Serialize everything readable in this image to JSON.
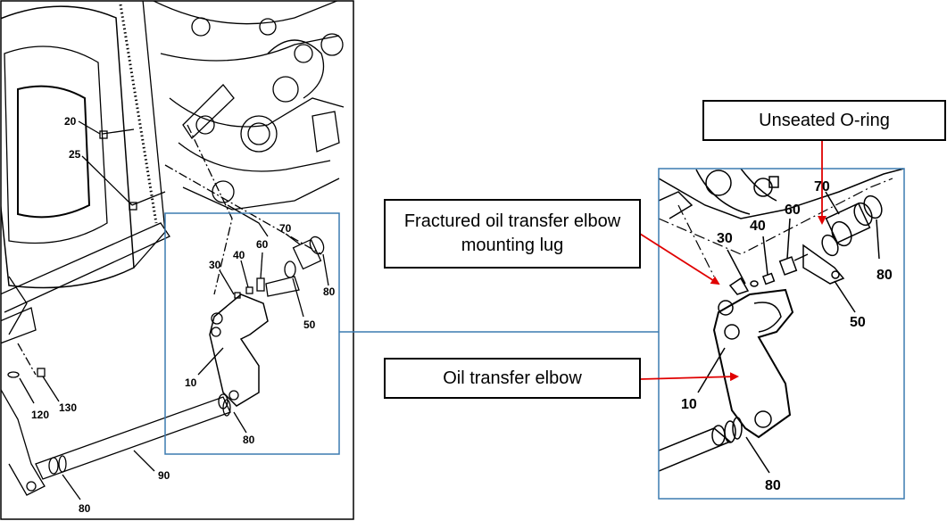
{
  "callouts": {
    "unseated_oring": "Unseated O-ring",
    "fractured_lug": "Fractured oil transfer elbow mounting lug",
    "oil_transfer_elbow": "Oil transfer elbow"
  },
  "left_labels": {
    "n20": "20",
    "n25": "25",
    "n30": "30",
    "n40": "40",
    "n60": "60",
    "n70": "70",
    "n80a": "80",
    "n50": "50",
    "n10": "10",
    "n80b": "80",
    "n120": "120",
    "n130": "130",
    "n90": "90",
    "n80c": "80"
  },
  "right_labels": {
    "n70": "70",
    "n30": "30",
    "n40": "40",
    "n60": "60",
    "n80a": "80",
    "n50": "50",
    "n10": "10",
    "n80b": "80"
  },
  "colors": {
    "frame": "#000000",
    "inset": "#3c7bb0",
    "arrow": "#e00000",
    "line": "#000000"
  }
}
